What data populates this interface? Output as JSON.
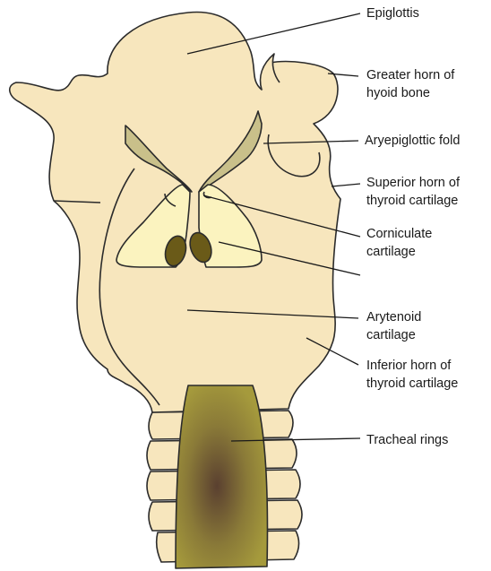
{
  "colors": {
    "background": "#ffffff",
    "cartilage_fill": "#f7e6bd",
    "cartilage_stroke": "#2b2b2b",
    "fold_fill": "#c9c08a",
    "arytenoid_fill": "#fbf3bf",
    "corniculate_fill": "#6a5a18",
    "trachea_fill_light": "#a59a3c",
    "trachea_fill_dark": "#5a4030",
    "leader_line": "#1a1a1a",
    "label_text": "#1a1a1a"
  },
  "labels": {
    "epiglottis": [
      "Epiglottis"
    ],
    "greater_horn": [
      "Greater horn of",
      "hyoid bone"
    ],
    "aryepiglottic_fold": [
      "Aryepiglottic fold"
    ],
    "superior_horn": [
      "Superior horn of",
      "thyroid  cartilage"
    ],
    "corniculate": [
      "Corniculate",
      "cartilage"
    ],
    "arytenoid": [
      "Arytenoid",
      "cartilage"
    ],
    "inferior_horn": [
      "Inferior horn of",
      "thyroid cartilage"
    ],
    "tracheal_rings": [
      "Tracheal rings"
    ]
  },
  "icons": {
    "larynx": "larynx-illustration"
  }
}
